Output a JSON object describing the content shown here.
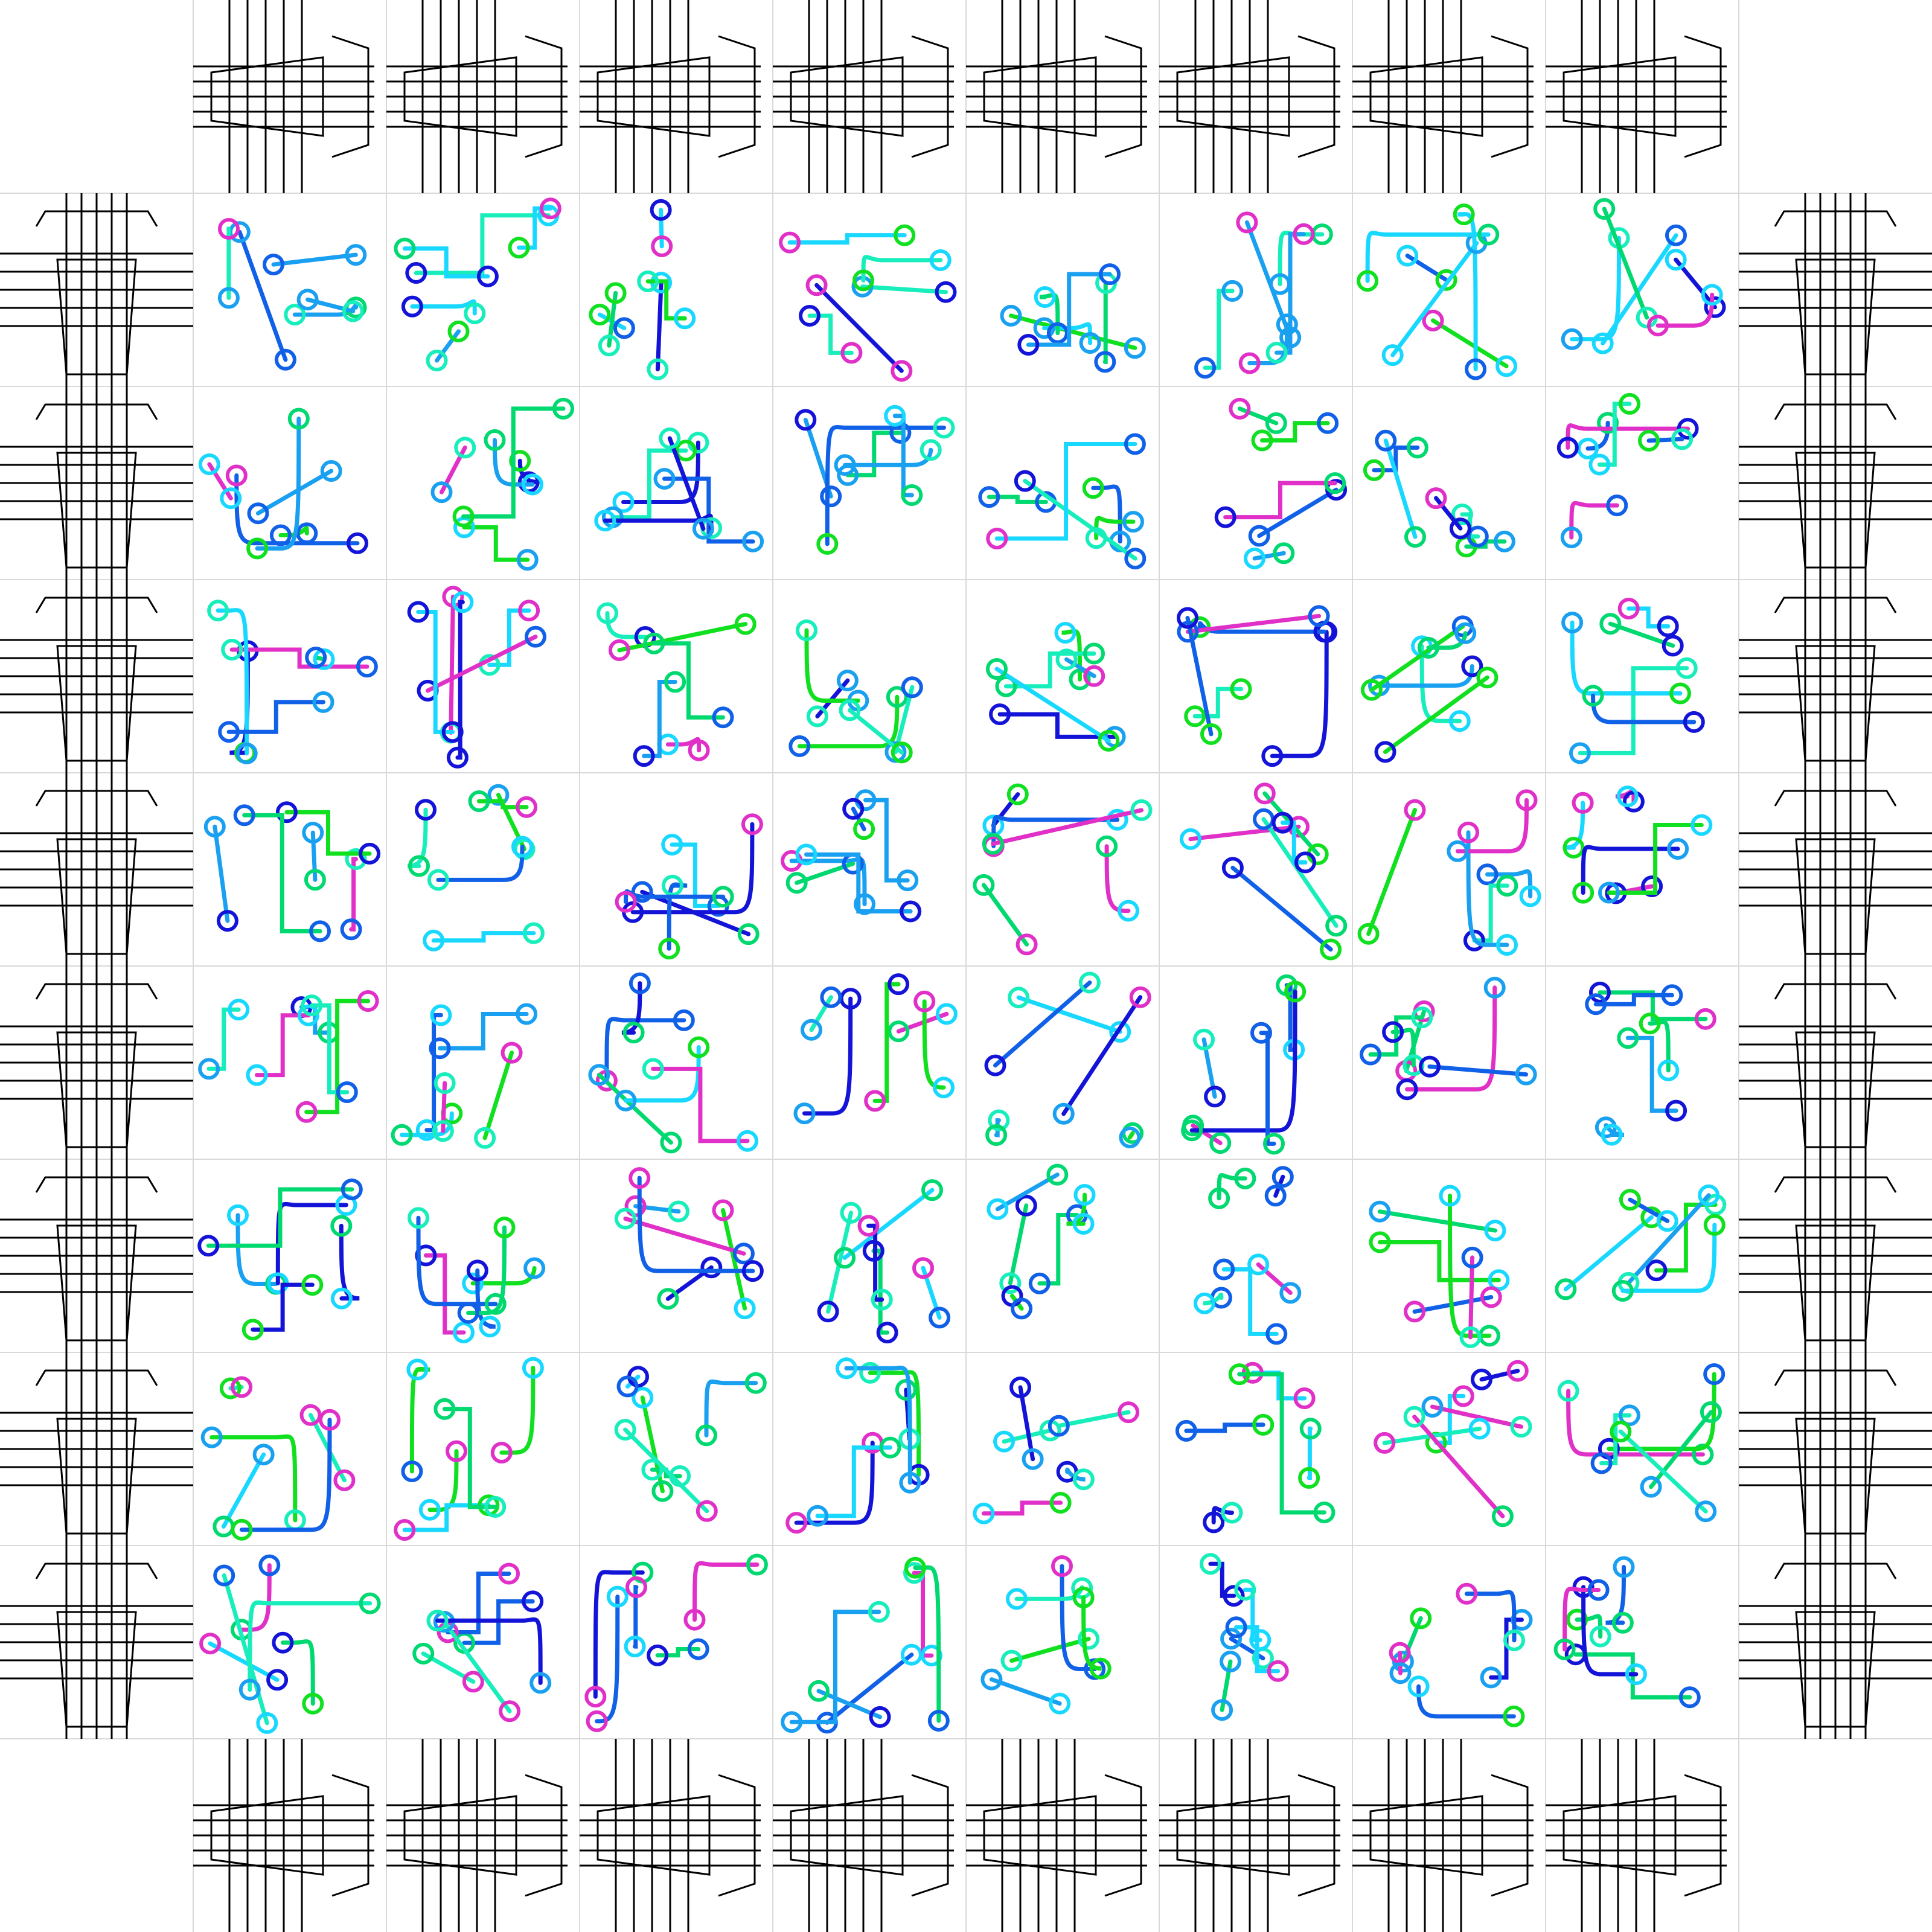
{
  "colors": {
    "background": "#ffffff",
    "grid": "#d9d9d9",
    "io_block": "#000000",
    "net_palette": [
      "#10e020",
      "#00d870",
      "#18eebb",
      "#18d8ff",
      "#1aa0f0",
      "#1060e8",
      "#1414d8",
      "#e030c8"
    ]
  },
  "fpga": {
    "logic_grid": {
      "columns": 8,
      "rows": 8
    },
    "io_banks": [
      "top",
      "bottom",
      "left",
      "right"
    ],
    "io_blocks_per_side": 8
  },
  "nets_per_cell": 5,
  "pin_style": "ring",
  "icon": "routing-layout"
}
